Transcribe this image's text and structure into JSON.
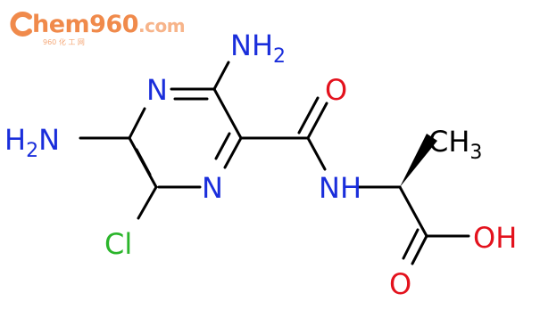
{
  "logo": {
    "main_text": "hem960",
    "suffix": ".com",
    "sub_text": "960 化 工 网",
    "colors": {
      "primary": "#f08a4b",
      "light": "#f7b48a",
      "sub": "#f5a878"
    }
  },
  "molecule": {
    "atoms": {
      "amino_top": "NH2",
      "amino_left": "H2N",
      "ring_n_top": "N",
      "ring_n_bottom": "N",
      "carbonyl_o": "O",
      "amide_nh": "NH",
      "chloro": "Cl",
      "methyl": "CH3",
      "hydroxyl": "OH",
      "acid_o": "O"
    },
    "colors": {
      "nitrogen": "#1a2edb",
      "oxygen": "#e3121d",
      "chlorine": "#2bb52b",
      "carbon": "#000000"
    }
  }
}
